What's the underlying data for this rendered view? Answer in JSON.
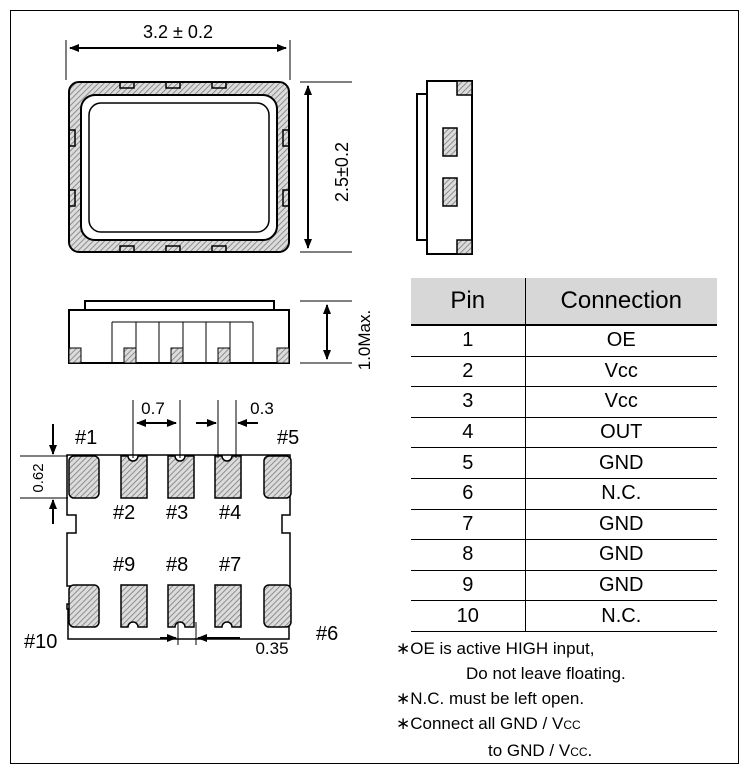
{
  "dimensions": {
    "width": "3.2 ± 0.2",
    "length": "2.5±0.2",
    "height": "1.0Max.",
    "pad_pitch": "0.7",
    "pad_width": "0.3",
    "pad_height": "0.62",
    "notch_width": "0.35"
  },
  "pin_labels": {
    "p1": "#1",
    "p2": "#2",
    "p3": "#3",
    "p4": "#4",
    "p5": "#5",
    "p6": "#6",
    "p7": "#7",
    "p8": "#8",
    "p9": "#9",
    "p10": "#10"
  },
  "table": {
    "headers": [
      "Pin",
      "Connection"
    ],
    "rows": [
      [
        "1",
        "OE"
      ],
      [
        "2",
        "Vcc"
      ],
      [
        "3",
        "Vcc"
      ],
      [
        "4",
        "OUT"
      ],
      [
        "5",
        "GND"
      ],
      [
        "6",
        "N.C."
      ],
      [
        "7",
        "GND"
      ],
      [
        "8",
        "GND"
      ],
      [
        "9",
        "GND"
      ],
      [
        "10",
        "N.C."
      ]
    ]
  },
  "notes": {
    "oe_line1": "∗OE is active HIGH input,",
    "oe_line2": "Do not leave floating.",
    "nc": "∗N.C. must be left open.",
    "gnd_prefix": "∗Connect all GND / V",
    "gnd_line2_prefix": "to GND / V",
    "vcc_subscript": "CC",
    "gnd_line2_suffix": "."
  },
  "colors": {
    "hatch": "#9a9a9a",
    "line": "#000000",
    "header_bg": "#d7d7d7"
  }
}
